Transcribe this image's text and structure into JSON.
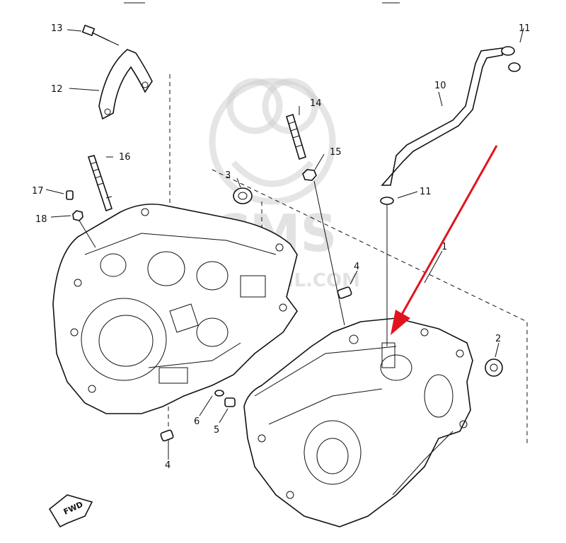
{
  "diagram": {
    "fwd_label": "FWD",
    "watermark": {
      "brand": "CMS",
      "site": "CMSNL.COM"
    },
    "arrow_color": "#e0141e",
    "callouts": [
      {
        "id": "c1",
        "text": "1"
      },
      {
        "id": "c2",
        "text": "2"
      },
      {
        "id": "c3",
        "text": "3"
      },
      {
        "id": "c4a",
        "text": "4"
      },
      {
        "id": "c4b",
        "text": "4"
      },
      {
        "id": "c5",
        "text": "5"
      },
      {
        "id": "c6",
        "text": "6"
      },
      {
        "id": "c10",
        "text": "10"
      },
      {
        "id": "c11a",
        "text": "11"
      },
      {
        "id": "c11b",
        "text": "11"
      },
      {
        "id": "c12",
        "text": "12"
      },
      {
        "id": "c13",
        "text": "13"
      },
      {
        "id": "c14",
        "text": "14"
      },
      {
        "id": "c15",
        "text": "15"
      },
      {
        "id": "c16",
        "text": "16"
      },
      {
        "id": "c17",
        "text": "17"
      },
      {
        "id": "c18",
        "text": "18"
      }
    ]
  }
}
